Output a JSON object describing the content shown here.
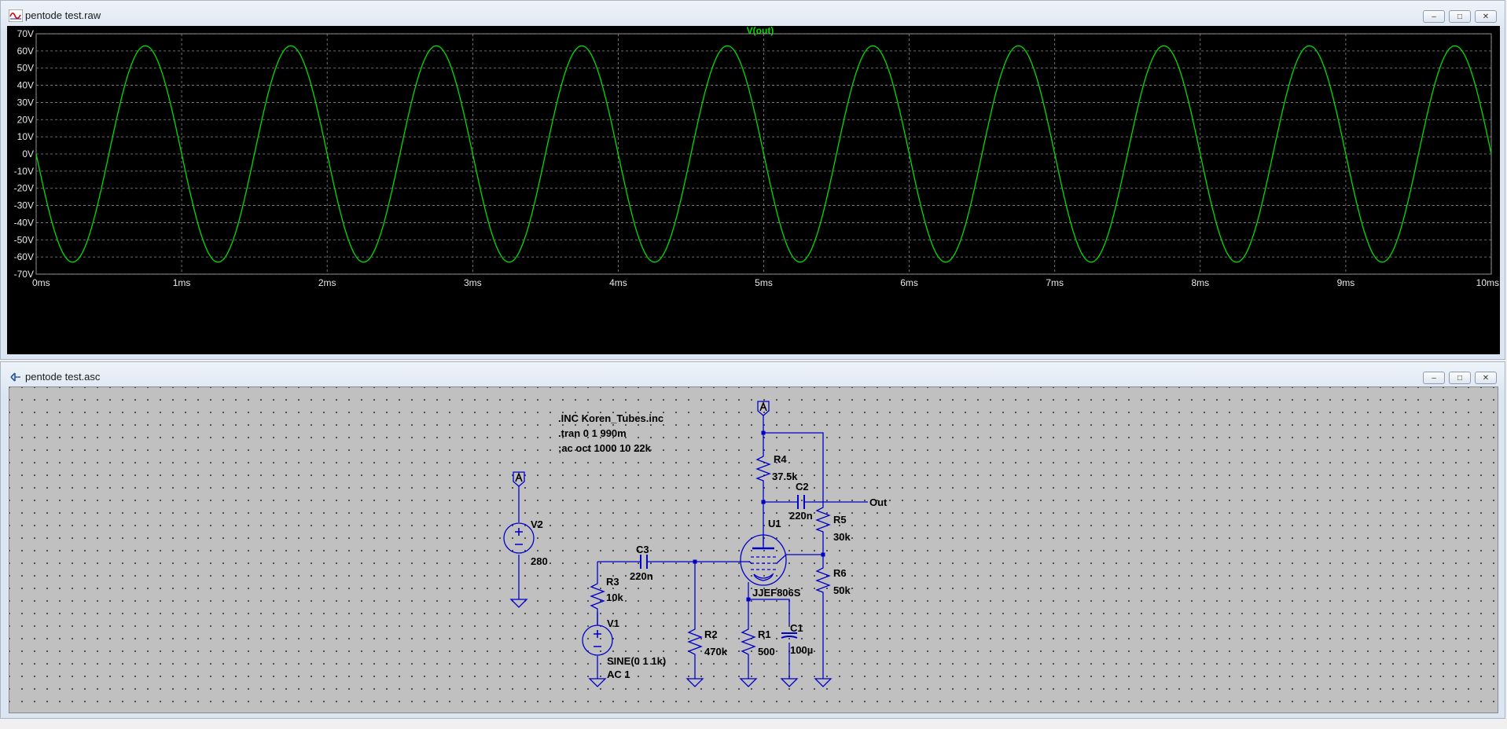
{
  "plot_window": {
    "title": "pentode test.raw",
    "trace_name": "V(out)",
    "trace_color": "#00dd00"
  },
  "schematic_window": {
    "title": "pentode test.asc",
    "directives": [
      ".INC Koren_Tubes.inc",
      ".tran 0 1 990m",
      ";ac oct 1000 10 22k"
    ],
    "components": {
      "r4": {
        "name": "R4",
        "value": "37.5k"
      },
      "c2": {
        "name": "C2",
        "value": "220n"
      },
      "r5": {
        "name": "R5",
        "value": "30k"
      },
      "r6": {
        "name": "R6",
        "value": "50k"
      },
      "u1": {
        "name": "U1",
        "value": "JJEF806S"
      },
      "c3": {
        "name": "C3",
        "value": "220n"
      },
      "r3": {
        "name": "R3",
        "value": "10k"
      },
      "v1": {
        "name": "V1",
        "value": "SINE(0 1 1k)",
        "value2": "AC 1"
      },
      "v2": {
        "name": "V2",
        "value": "280"
      },
      "r2": {
        "name": "R2",
        "value": "470k"
      },
      "r1": {
        "name": "R1",
        "value": "500"
      },
      "c1": {
        "name": "C1",
        "value": "100µ"
      }
    },
    "net_label": "Out",
    "wire_color": "#0000c8"
  },
  "window_controls": {
    "minimize": "–",
    "restore": "□",
    "close": "✕"
  },
  "chart_data": {
    "type": "line",
    "title": "V(out)",
    "xlabel": "",
    "ylabel": "",
    "x_ticks": [
      "0ms",
      "1ms",
      "2ms",
      "3ms",
      "4ms",
      "5ms",
      "6ms",
      "7ms",
      "8ms",
      "9ms",
      "10ms"
    ],
    "y_ticks": [
      "70V",
      "60V",
      "50V",
      "40V",
      "30V",
      "20V",
      "10V",
      "0V",
      "-10V",
      "-20V",
      "-30V",
      "-40V",
      "-50V",
      "-60V",
      "-70V"
    ],
    "xlim": [
      0,
      10
    ],
    "ylim": [
      -70,
      70
    ],
    "grid": true,
    "series": [
      {
        "name": "V(out)",
        "color": "#00dd00",
        "waveform": "sine",
        "amplitude_v": 63,
        "frequency_per_ms": 1,
        "start_phase": "negative-going from 0V",
        "x": [
          0,
          0.25,
          0.5,
          0.75,
          1,
          1.25,
          1.5,
          1.75,
          2,
          2.25,
          2.5,
          2.75,
          3,
          3.25,
          3.5,
          3.75,
          4,
          4.25,
          4.5,
          4.75,
          5,
          5.25,
          5.5,
          5.75,
          6,
          6.25,
          6.5,
          6.75,
          7,
          7.25,
          7.5,
          7.75,
          8,
          8.25,
          8.5,
          8.75,
          9,
          9.25,
          9.5,
          9.75,
          10
        ],
        "y": [
          0,
          -63,
          0,
          63,
          0,
          -63,
          0,
          63,
          0,
          -63,
          0,
          63,
          0,
          -63,
          0,
          63,
          0,
          -63,
          0,
          63,
          0,
          -63,
          0,
          63,
          0,
          -63,
          0,
          63,
          0,
          -63,
          0,
          63,
          0,
          -63,
          0,
          63,
          0,
          -63,
          0,
          63,
          0
        ]
      }
    ]
  }
}
